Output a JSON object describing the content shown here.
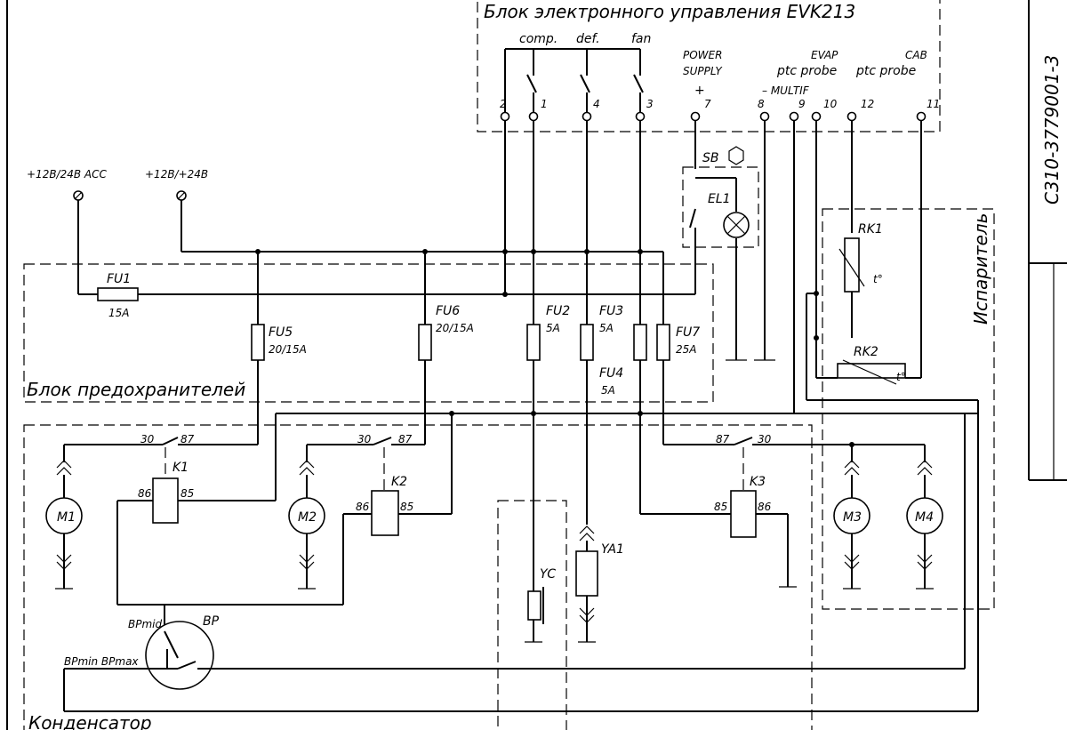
{
  "title": {
    "controller": "Блок электронного управления EVK213",
    "fuse_block": "Блок предохранителей",
    "condenser": "Конденсатор",
    "evaporator": "Испаритель",
    "doc_number": "С310-3779001-3"
  },
  "controller": {
    "outputs": [
      "comp.",
      "def.",
      "fan"
    ],
    "power_supply": [
      "POWER",
      "SUPPLY"
    ],
    "evap": "EVAP",
    "cab": "CAB",
    "ptc_probe_1": "ptc probe",
    "ptc_probe_2": "ptc probe",
    "plus": "+",
    "multif": "– MULTIF",
    "terminals": [
      "2",
      "1",
      "4",
      "3",
      "7",
      "8",
      "9",
      "10",
      "12",
      "11"
    ]
  },
  "supply": {
    "acc": "+12B/24B ACC",
    "batt": "+12B/+24B"
  },
  "fuses": {
    "fu1": {
      "name": "FU1",
      "rating": "15A"
    },
    "fu5": {
      "name": "FU5",
      "rating": "20/15A"
    },
    "fu6": {
      "name": "FU6",
      "rating": "20/15A"
    },
    "fu2": {
      "name": "FU2",
      "rating": "5A"
    },
    "fu3": {
      "name": "FU3",
      "rating": "5A"
    },
    "fu4": {
      "name": "FU4",
      "rating": "5A"
    },
    "fu7": {
      "name": "FU7",
      "rating": "25A"
    }
  },
  "components": {
    "sb": "SB",
    "el1": "EL1",
    "rk1": "RK1",
    "rk2": "RK2",
    "temp": "t°",
    "k1": "K1",
    "k2": "K2",
    "k3": "K3",
    "m1": "M1",
    "m2": "M2",
    "m3": "M3",
    "m4": "M4",
    "yc": "YC",
    "ya1": "YA1",
    "bp": "BP",
    "bpmid": "BPmid",
    "bpmin_bpmax": "BPmin BPmax"
  },
  "relay_pins": {
    "c30": "30",
    "c87": "87",
    "c86": "86",
    "c85": "85"
  }
}
